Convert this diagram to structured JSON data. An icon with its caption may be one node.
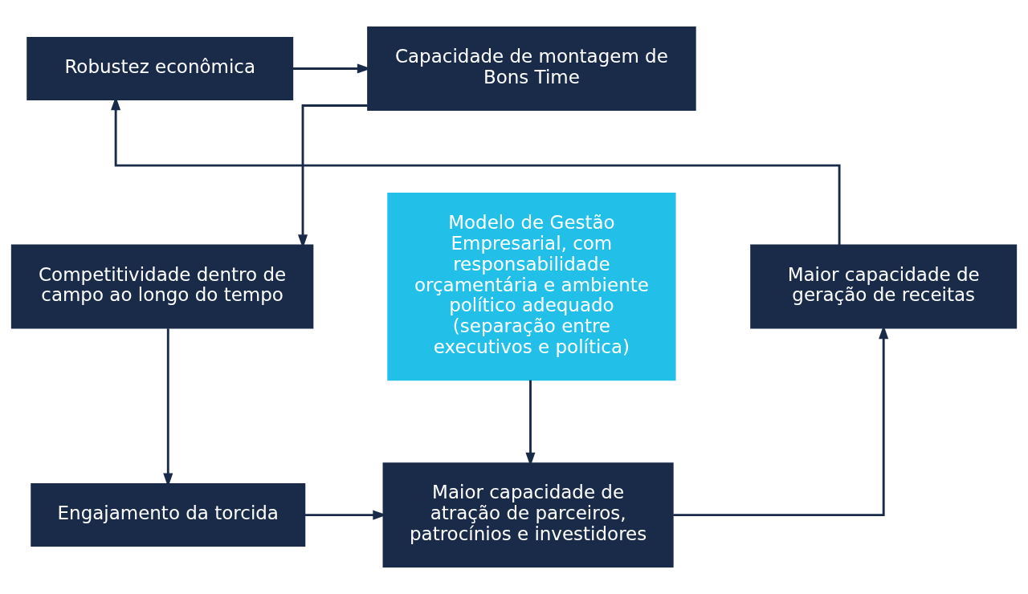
{
  "diagram": {
    "nodes": [
      {
        "text": [
          "Capacidade de montagem de Bons Time"
        ]
      },
      {
        "text": [
          "Robustez econômica"
        ]
      },
      {
        "text": [
          "Competitividade dentro de campo ao longo do tempo"
        ]
      },
      {
        "text": [
          "Modelo de Gestão Empresarial, com responsabilidade orçamentária e ambiente político adequado (separação entre executivos e política)"
        ]
      },
      {
        "text": [
          "Maior capacidade de geração de receitas"
        ]
      },
      {
        "text": [
          "Engajamento da torcida"
        ]
      },
      {
        "text": [
          "Maior capacidade de atração de parceiros, patrocínios e investidores"
        ]
      }
    ],
    "edges": [
      {
        "from": 1,
        "to": 0,
        "arrow": "to"
      },
      {
        "from": 0,
        "to": 2,
        "arrow": "to"
      },
      {
        "from": 2,
        "to": 5,
        "arrow": "to"
      },
      {
        "from": 5,
        "to": 6,
        "arrow": "to"
      },
      {
        "from": 3,
        "to": 6,
        "arrow": "to"
      },
      {
        "from": 6,
        "to": 4,
        "arrow": "to"
      },
      {
        "from": 4,
        "to": 1,
        "arrow": "to"
      }
    ]
  }
}
